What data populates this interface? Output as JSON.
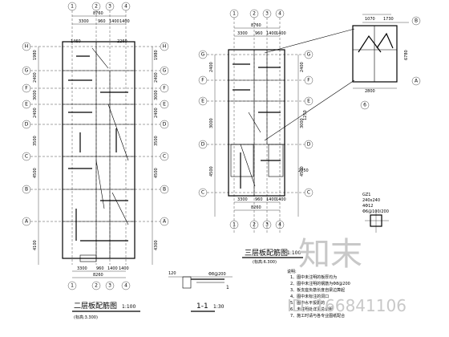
{
  "plan_left": {
    "title": "二层板配筋图",
    "scale": "1:100",
    "elevation": "(标高:3.300)",
    "axes_top": [
      "1",
      "2",
      "3",
      "4"
    ],
    "axes_bottom": [
      "1",
      "2",
      "3",
      "4"
    ],
    "axes_side": [
      "H",
      "G",
      "F",
      "E",
      "D",
      "C",
      "B",
      "A"
    ],
    "dims_top": [
      "8760",
      "3300",
      "960",
      "1400",
      "1400"
    ],
    "dims_bottom": [
      "3300",
      "960",
      "1400",
      "1400",
      "8260"
    ],
    "dims_left": [
      "1980",
      "2400",
      "3000",
      "2400",
      "3500",
      "4500",
      "4100"
    ],
    "dims_right": [
      "1980",
      "2400",
      "3000",
      "2400",
      "3500",
      "4500",
      "4300"
    ],
    "note_tag": "1460",
    "note_tag2": "2260"
  },
  "plan_right": {
    "title": "三层板配筋图",
    "scale": "1:100",
    "elevation": "(标高:6.300)",
    "axes_top": [
      "1",
      "2",
      "3",
      "4"
    ],
    "axes_bottom": [
      "1",
      "2",
      "3",
      "4"
    ],
    "axes_side": [
      "G",
      "F",
      "E",
      "D",
      "C"
    ],
    "dims_top": [
      "8760",
      "3300",
      "960",
      "1400",
      "1400"
    ],
    "dims_bottom": [
      "3300",
      "960",
      "1400",
      "1400",
      "8260"
    ],
    "dims_left": [
      "2400",
      "3000",
      "4500"
    ],
    "dims_right": [
      "2400",
      "3000",
      "4500"
    ],
    "dim_extra": "2750",
    "dim_extra2": "1250"
  },
  "detail_top_right": {
    "dims_top": [
      "1070",
      "1730"
    ],
    "dim_bottom": "2800",
    "dim_right": "6780",
    "axes": [
      "B",
      "A",
      "6"
    ]
  },
  "section": {
    "title": "1-1",
    "scale": "1:30",
    "marker": "1"
  },
  "column": {
    "label": "GZ1",
    "size": "240x240",
    "rebar": "4Φ12",
    "stirrup": "Φ6@100/200"
  },
  "notes": {
    "heading": "说明:",
    "lines": [
      "1、图中未注明的板厚均为",
      "2、图中未注明的钢筋为Φ8@200",
      "3、板支座负筋长度自梁边算起",
      "4、图中未标注的洞口",
      "5、图中水平投影的",
      "6、未注明处详见总说明",
      "7、施工时请与各专业图纸配合"
    ]
  },
  "watermark": {
    "logo_text": "知末",
    "id_text": "ID: 166841106"
  }
}
